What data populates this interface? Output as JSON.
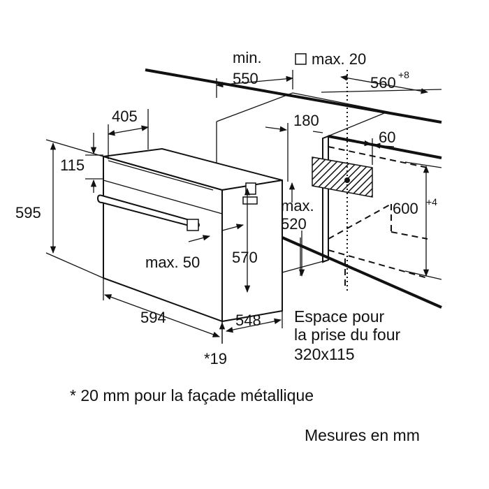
{
  "dimensions": {
    "min_label": "min.",
    "depth_min": "550",
    "max_20": "max. 20",
    "cut_width": "560",
    "cut_width_tol": "+8",
    "front_405": "405",
    "d180": "180",
    "d60": "60",
    "d115": "115",
    "height_595": "595",
    "max_label": "max.",
    "d520": "520",
    "cut_height": "600",
    "cut_height_tol": "+4",
    "max_50": "max. 50",
    "d570": "570",
    "width_594": "594",
    "depth_548": "548",
    "star_19": "*19"
  },
  "socket_note": {
    "line1": "Espace pour",
    "line2": "la prise du four",
    "line3": "320x115"
  },
  "footnote": "* 20 mm pour la façade métallique",
  "units_note": "Mesures en mm"
}
